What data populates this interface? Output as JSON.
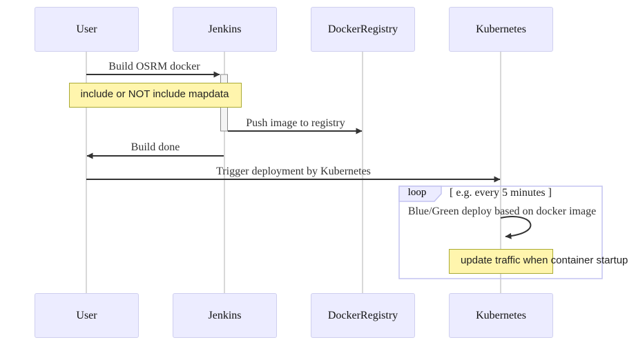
{
  "diagram_type": "sequence-diagram",
  "actors": [
    {
      "label": "User"
    },
    {
      "label": "Jenkins"
    },
    {
      "label": "DockerRegistry"
    },
    {
      "label": "Kubernetes"
    }
  ],
  "messages": [
    {
      "text": "Build OSRM docker",
      "from": "User",
      "to": "Jenkins",
      "kind": "solid-arrow"
    },
    {
      "text": "Push image to registry",
      "from": "Jenkins",
      "to": "DockerRegistry",
      "kind": "solid-arrow"
    },
    {
      "text": "Build done",
      "from": "Jenkins",
      "to": "User",
      "kind": "solid-arrow"
    },
    {
      "text": "Trigger deployment by Kubernetes",
      "from": "User",
      "to": "Kubernetes",
      "kind": "solid-arrow"
    },
    {
      "text": "Blue/Green deploy based on docker image",
      "from": "Kubernetes",
      "to": "Kubernetes",
      "kind": "self-arrow"
    }
  ],
  "notes": [
    {
      "text": "include or NOT include mapdata",
      "over": "User, Jenkins"
    },
    {
      "text": "update traffic when container startup",
      "over": "Kubernetes"
    }
  ],
  "loop_block": {
    "label": "loop",
    "guard": "[ e.g. every 5 minutes ]"
  },
  "colors": {
    "actor_fill": "#ECECFF",
    "actor_border": "#CFCFEF",
    "note_fill": "#FFF5AD",
    "note_border": "#AAAA33",
    "lifeline": "#D8D8D8",
    "arrow": "#333333",
    "activation_fill": "#F4F4F4",
    "activation_border": "#8C8C8C",
    "loop_border": "#C3C3F0",
    "loop_label_fill": "#ECECFF"
  }
}
